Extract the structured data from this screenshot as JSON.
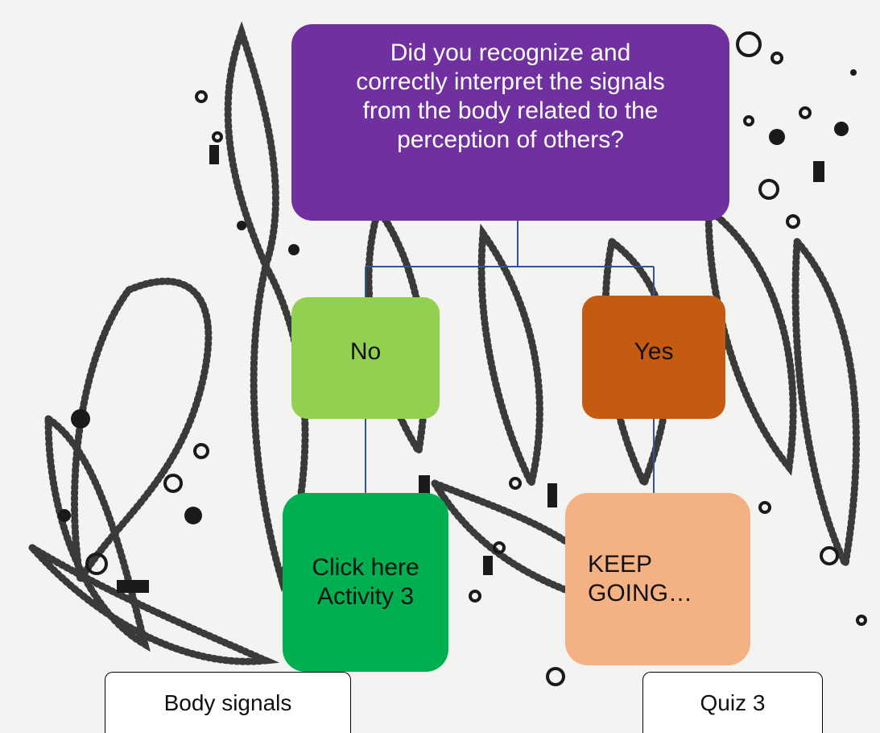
{
  "question": {
    "lines": [
      "Did you recognize and",
      "correctly interpret the signals",
      "from the body related to the",
      "perception of others?"
    ]
  },
  "answers": {
    "no_label": "No",
    "yes_label": "Yes"
  },
  "actions": {
    "activity_lines": [
      "Click here",
      "Activity 3"
    ],
    "keep_going_lines": [
      "KEEP",
      "GOING…"
    ]
  },
  "tabs": {
    "body_signals": "Body signals",
    "quiz": "Quiz 3"
  },
  "colors": {
    "question": "#7030a0",
    "no": "#92d050",
    "yes": "#c55a11",
    "activity": "#00b050",
    "keep_going": "#f4b183",
    "connector": "#2f5597"
  }
}
